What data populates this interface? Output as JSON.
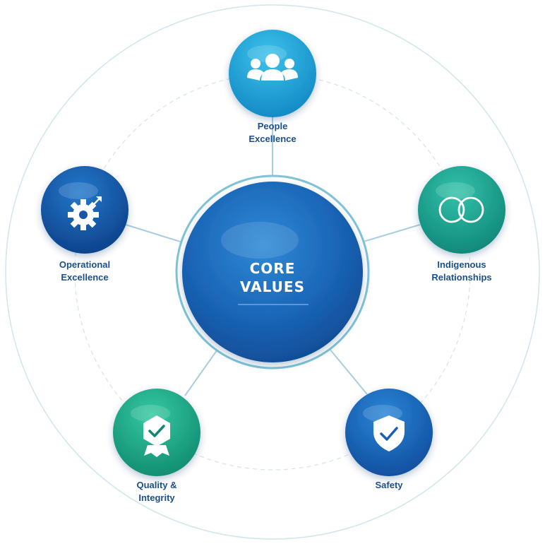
{
  "center": {
    "line1": "CORE",
    "line2": "VALUES"
  },
  "values": [
    {
      "id": "people",
      "line1": "People",
      "line2": "Excellence",
      "icon": "people-group-icon",
      "color": "#1fa8d8"
    },
    {
      "id": "indigenous",
      "line1": "Indigenous",
      "line2": "Relationships",
      "icon": "interlocking-rings-icon",
      "color": "#19a38f"
    },
    {
      "id": "safety",
      "line1": "Safety",
      "line2": "",
      "icon": "shield-check-icon",
      "color": "#1a5fb4"
    },
    {
      "id": "quality",
      "line1": "Quality &",
      "line2": "Integrity",
      "icon": "badge-check-icon",
      "color": "#1fae8a"
    },
    {
      "id": "operational",
      "line1": "Operational",
      "line2": "Excellence",
      "icon": "gear-arrow-icon",
      "color": "#1956a8"
    }
  ]
}
